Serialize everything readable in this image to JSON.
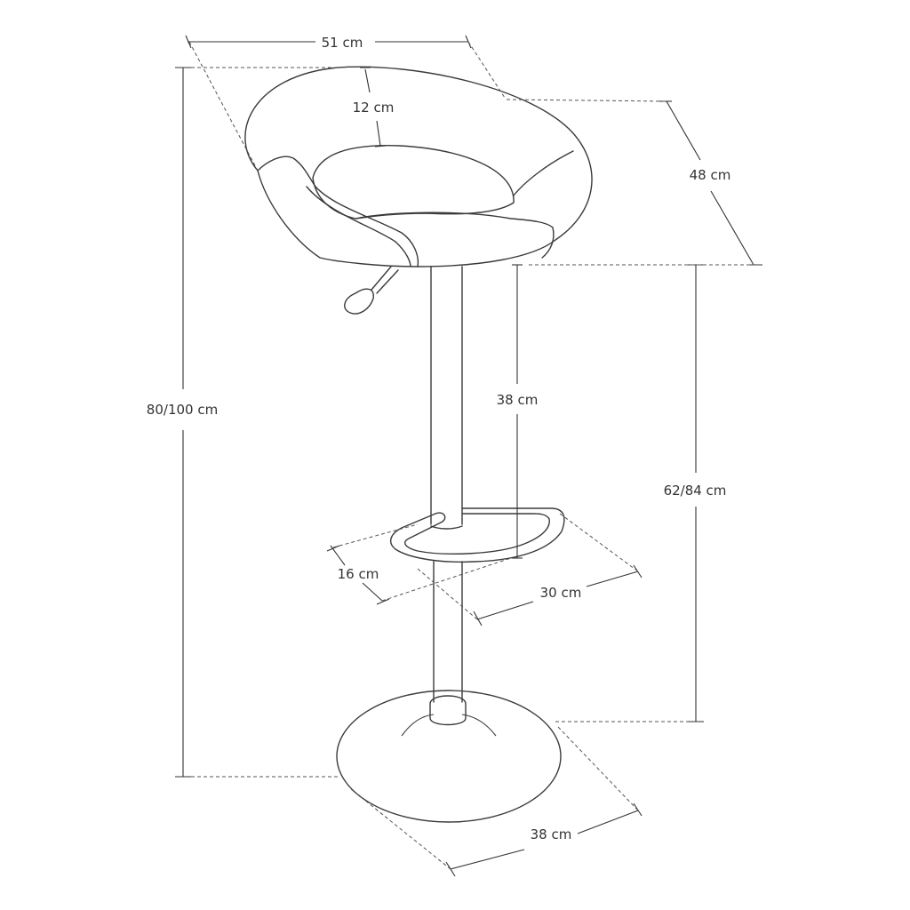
{
  "dimensions": {
    "seat_width": "51 cm",
    "backrest_height": "12 cm",
    "seat_depth": "48 cm",
    "total_height": "80/100 cm",
    "seat_to_footrest": "38 cm",
    "seat_height": "62/84 cm",
    "footrest_depth": "16 cm",
    "footrest_width": "30 cm",
    "base_diameter": "38 cm"
  },
  "colors": {
    "line": "#3a3a3a",
    "background": "#ffffff"
  }
}
